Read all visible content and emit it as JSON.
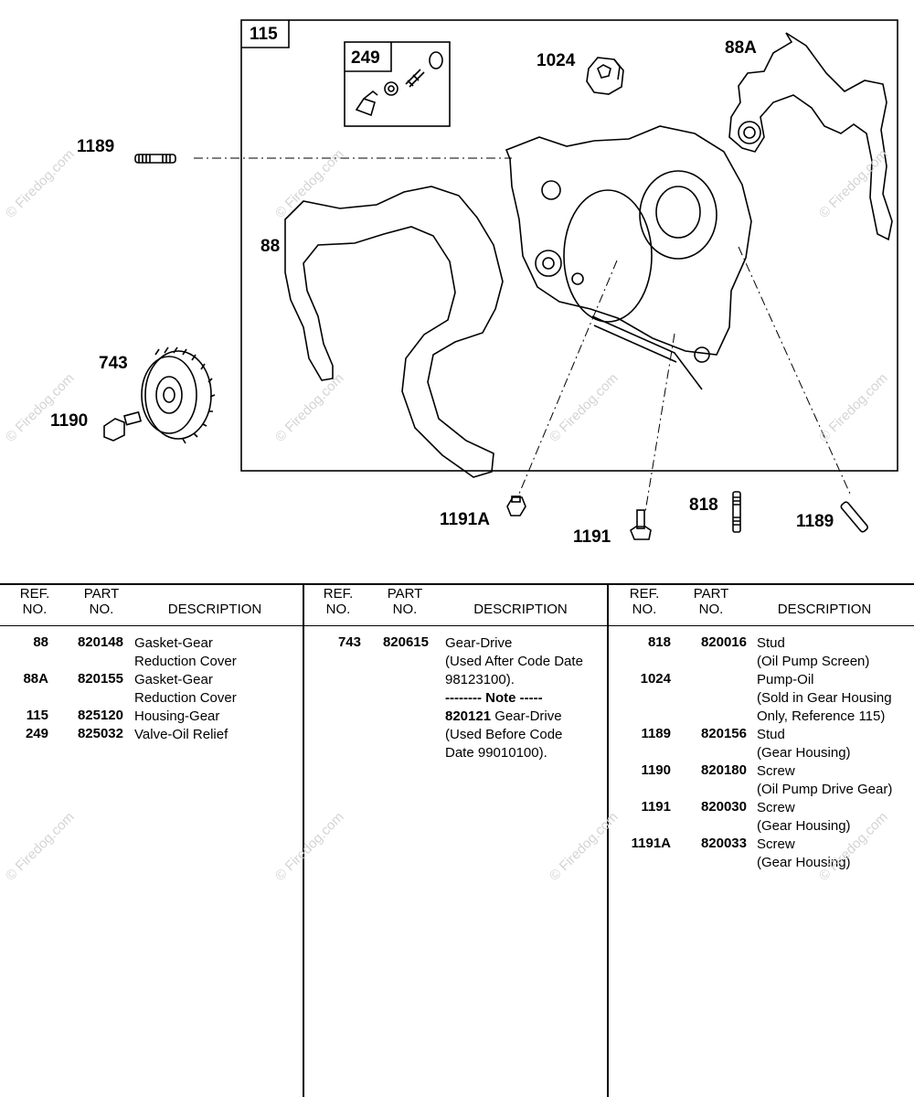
{
  "diagram": {
    "callouts": {
      "c115": "115",
      "c249": "249",
      "c1024": "1024",
      "c88A": "88A",
      "c1189_left": "1189",
      "c88": "88",
      "c743": "743",
      "c1190": "1190",
      "c1191A": "1191A",
      "c1191": "1191",
      "c818": "818",
      "c1189_right": "1189"
    },
    "watermark": "© Firedog.com"
  },
  "table": {
    "headers": {
      "ref": "REF.",
      "ref2": "NO.",
      "part": "PART",
      "part2": "NO.",
      "desc": "DESCRIPTION"
    },
    "col1": [
      {
        "ref": "88",
        "pn": "820148",
        "desc": [
          "Gasket-Gear",
          "Reduction Cover"
        ]
      },
      {
        "ref": "88A",
        "pn": "820155",
        "desc": [
          "Gasket-Gear",
          "Reduction Cover"
        ]
      },
      {
        "ref": "115",
        "pn": "825120",
        "desc": [
          "Housing-Gear"
        ]
      },
      {
        "ref": "249",
        "pn": "825032",
        "desc": [
          "Valve-Oil Relief"
        ]
      }
    ],
    "col2": [
      {
        "ref": "743",
        "pn": "820615",
        "desc": [
          "Gear-Drive",
          "(Used After Code Date",
          "98123100)."
        ]
      }
    ],
    "col2_note": {
      "label": "-------- Note -----",
      "pn": "820121",
      "desc": [
        "Gear-Drive",
        "(Used Before Code",
        "Date 99010100)."
      ]
    },
    "col3": [
      {
        "ref": "818",
        "pn": "820016",
        "desc": [
          "Stud",
          "(Oil Pump Screen)"
        ]
      },
      {
        "ref": "1024",
        "pn": "",
        "desc": [
          "Pump-Oil",
          "(Sold in Gear Housing",
          "Only, Reference 115)"
        ]
      },
      {
        "ref": "1189",
        "pn": "820156",
        "desc": [
          "Stud",
          "(Gear Housing)"
        ]
      },
      {
        "ref": "1190",
        "pn": "820180",
        "desc": [
          "Screw",
          "(Oil Pump Drive Gear)"
        ]
      },
      {
        "ref": "1191",
        "pn": "820030",
        "desc": [
          "Screw",
          "(Gear Housing)"
        ]
      },
      {
        "ref": "1191A",
        "pn": "820033",
        "desc": [
          "Screw",
          "(Gear Housing)"
        ]
      }
    ]
  }
}
